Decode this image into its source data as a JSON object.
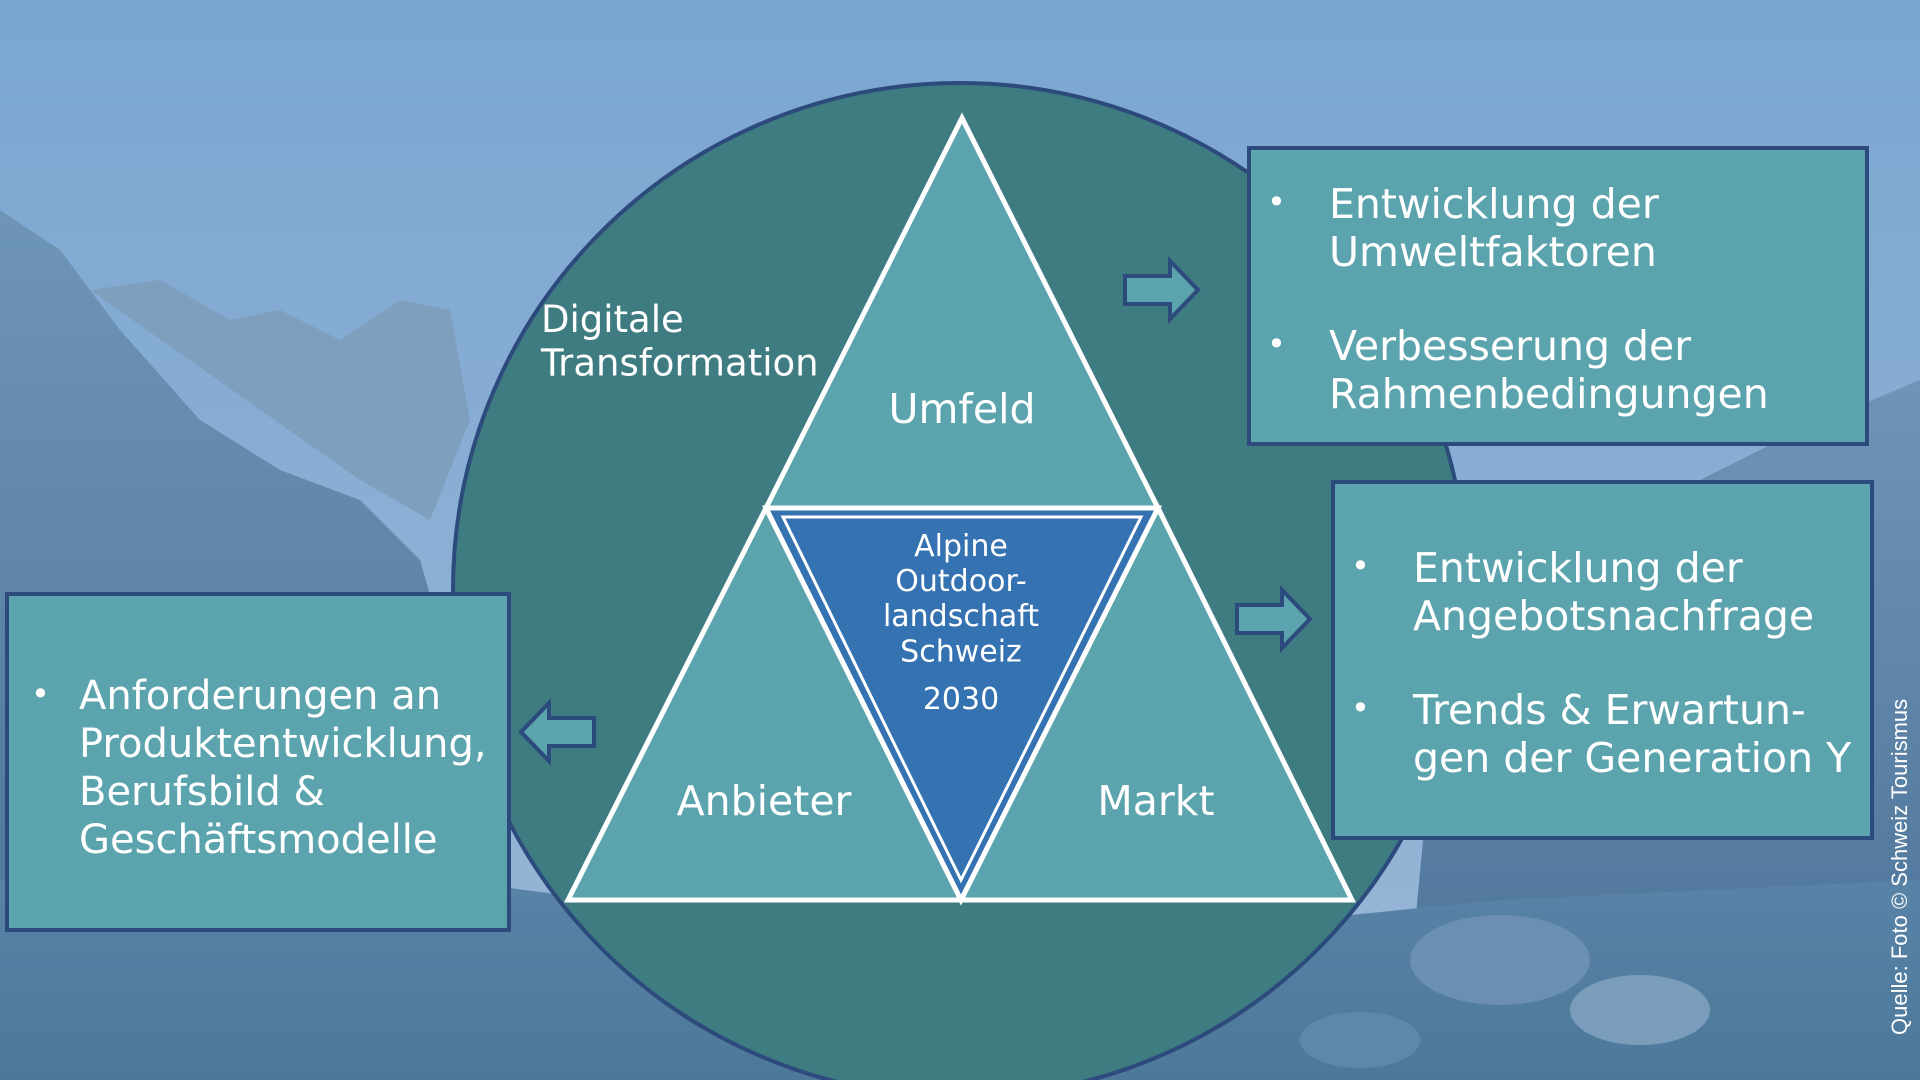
{
  "colors": {
    "sky_top": "#7aa3cc",
    "circle_fill": "#3f7c82",
    "circle_stroke": "#2c4a7c",
    "triangle_fill": "#5ba3ad",
    "center_fill": "#3472b2",
    "box_fill": "#5ba3ad",
    "box_border": "#2c4a7c",
    "arrow_fill": "#5ba3ad"
  },
  "circle_label": "Digitale\nTransformation",
  "triangles": {
    "top": "Umfeld",
    "left": "Anbieter",
    "right": "Markt",
    "center_title": "Alpine\nOutdoor-\nlandschaft\nSchweiz",
    "center_year": "2030"
  },
  "box_umwelt": {
    "items": [
      "Entwicklung der\nUmweltfaktoren",
      "Verbesserung der\nRahmenbedingungen"
    ]
  },
  "box_markt": {
    "items": [
      "Entwicklung der\nAngebotsnachfrage",
      "Trends & Erwartun-\ngen der Generation Y"
    ]
  },
  "box_anbieter": {
    "items": [
      "Anforderungen an\nProduktentwicklung,\nBerufsbild &\nGeschäftsmodelle"
    ]
  },
  "arrows": [
    "arrow-right-icon",
    "arrow-right-icon",
    "arrow-left-icon"
  ],
  "source": "Quelle: Foto © Schweiz Tourismus"
}
